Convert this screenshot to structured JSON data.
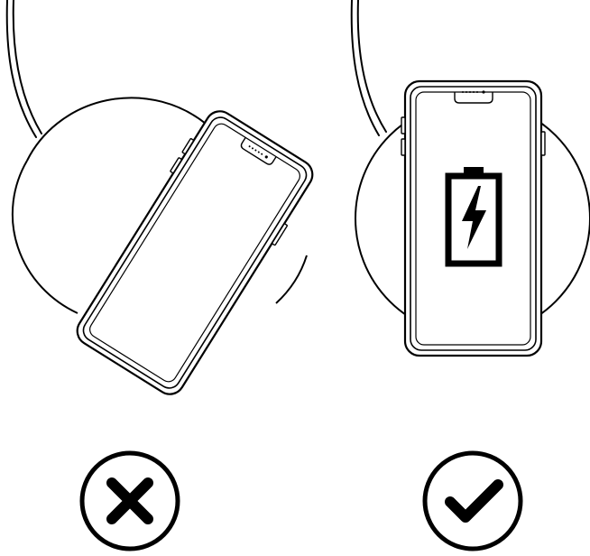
{
  "colors": {
    "ink": "#000000",
    "background": "#ffffff"
  },
  "panels": [
    {
      "id": "incorrect",
      "phone_orientation": "tilted",
      "charging_indicator": false,
      "status_icon": "cross-icon"
    },
    {
      "id": "correct",
      "phone_orientation": "centered-upright",
      "charging_indicator": true,
      "screen_icon": "battery-charging-icon",
      "status_icon": "checkmark-icon"
    }
  ]
}
